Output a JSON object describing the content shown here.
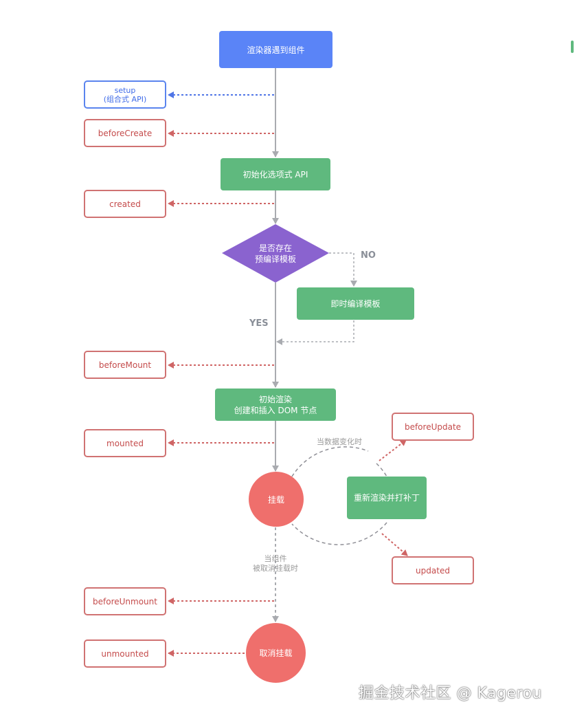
{
  "start_node": "渲染器遇到组件",
  "hooks": {
    "setup": [
      "setup",
      "(组合式 API)"
    ],
    "before_create": "beforeCreate",
    "created": "created",
    "before_mount": "beforeMount",
    "mounted": "mounted",
    "before_update": "beforeUpdate",
    "updated": "updated",
    "before_unmount": "beforeUnmount",
    "unmounted": "unmounted"
  },
  "steps": {
    "init_options_api": "初始化选项式 API",
    "compile_template": "即时编译模板",
    "initial_render": [
      "初始渲染",
      "创建和插入 DOM 节点"
    ],
    "rerender_patch": "重新渲染并打补丁"
  },
  "decision": [
    "是否存在",
    "预编译模板"
  ],
  "branch_labels": {
    "no": "NO",
    "yes": "YES"
  },
  "states": {
    "mounted": "挂载",
    "unmounted": "取消挂载"
  },
  "annotations": {
    "data_change": "当数据变化时",
    "on_unmount": [
      "当组件",
      "被取消挂载时"
    ]
  },
  "watermark": "掘金技术社区 @ Kagerou",
  "colors": {
    "blue": "#5a84f7",
    "green": "#5fb97e",
    "red": "#ef6f6c",
    "purple": "#8a63cf",
    "hook_border": "#d07272",
    "connector": "#a9abb0"
  }
}
